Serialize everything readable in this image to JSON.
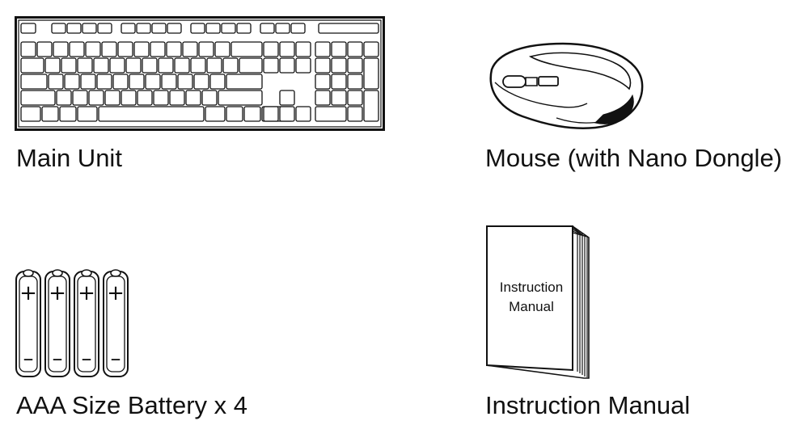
{
  "items": {
    "main_unit": {
      "label": "Main Unit",
      "icon": "keyboard-icon"
    },
    "mouse": {
      "label": "Mouse (with Nano Dongle)",
      "icon": "mouse-icon"
    },
    "batteries": {
      "label": "AAA Size Battery x 4",
      "icon": "battery-icon",
      "plus": "+",
      "minus": "–"
    },
    "manual": {
      "label": "Instruction Manual",
      "icon": "booklet-icon",
      "cover_line1": "Instruction",
      "cover_line2": "Manual"
    }
  }
}
